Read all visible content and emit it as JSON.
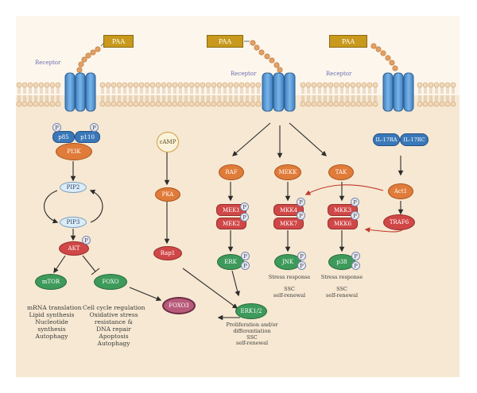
{
  "ligand": {
    "label": "PAA"
  },
  "receptor": {
    "label": "Receptor"
  },
  "phospho": {
    "label": "P"
  },
  "pi3k_branch": {
    "p85": "p85",
    "p110": "p110",
    "pi3k": "PI3K",
    "pip2": "PIP2",
    "pip3": "PIP3",
    "akt": "AKT",
    "mtor": "mTOR",
    "foxo": "FOXO",
    "mtor_outcomes": [
      "mRNA translation",
      "Lipid synthesis",
      "Nucleotide",
      "synthesis",
      "Autophagy"
    ],
    "foxo_outcomes": [
      "Cell cycle regulation",
      "Oxidative stress",
      "resistance &",
      "DNA repair",
      "Apoptosis",
      "Autophagy"
    ]
  },
  "camp_branch": {
    "camp": "cAMP",
    "pka": "PKA",
    "rap1": "Rap1"
  },
  "mapk_branch": {
    "raf": "RAF",
    "mek1": "MEK1",
    "mek2": "MEK2",
    "erk": "ERK",
    "mekk": "MEKK",
    "mkk4": "MKK4",
    "mkk7": "MKK7",
    "jnk": "JNK",
    "tak": "TAK",
    "mkk3": "MKK3",
    "mkk6": "MKK6",
    "p38": "p38",
    "jnk_outcome": [
      "Stress response",
      "SSC",
      "self-renewal"
    ],
    "p38_outcome": [
      "Stress response",
      "SSC",
      "self-renewal"
    ]
  },
  "il17_branch": {
    "il17ra": "IL-17RA",
    "il17rc": "IL-17RC",
    "act1": "Act1",
    "traf6": "TRAF6"
  },
  "convergence": {
    "foxo3": "FOXO3",
    "erk12": "ERK1/2",
    "erk12_outcome": [
      "Proliferation and/or",
      "differentiation",
      "SSC",
      "self-renewal"
    ]
  },
  "colors": {
    "cytoplasm": "#f6e8d2",
    "membrane_head": "#f2d9b8",
    "receptor": "#5b9bd5",
    "ligand": "#c8991c",
    "kinase_red": "#d04747",
    "kinase_orange": "#e07b39",
    "effector_green": "#3d9a5b",
    "adaptor_blue": "#3a78b8"
  }
}
